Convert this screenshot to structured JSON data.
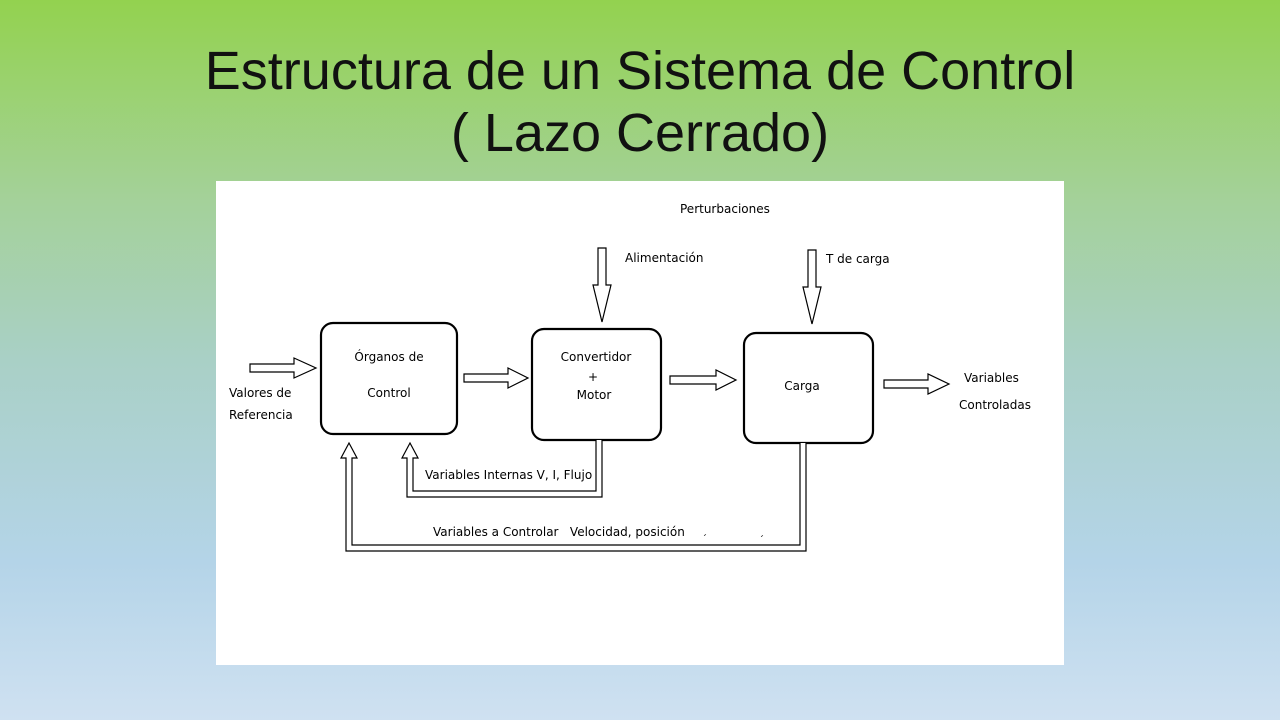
{
  "slide": {
    "title_line1": "Estructura de un Sistema de Control",
    "title_line2": "( Lazo Cerrado)"
  },
  "diagram": {
    "perturbaciones": "Perturbaciones",
    "alimentacion": "Alimentación",
    "t_carga": "T de carga",
    "input": {
      "line1": "Valores de",
      "line2": "Referencia"
    },
    "blocks": {
      "organos": {
        "line1": "Órganos de",
        "line2": "Control"
      },
      "convertidor": {
        "line1": "Convertidor",
        "line2": "+",
        "line3": "Motor"
      },
      "carga": {
        "line1": "Carga"
      }
    },
    "output": {
      "line1": "Variables",
      "line2": "Controladas"
    },
    "feedback_internal": "Variables Internas V, I, Flujo",
    "feedback_outer": "Variables a Controlar   Velocidad, posición"
  }
}
